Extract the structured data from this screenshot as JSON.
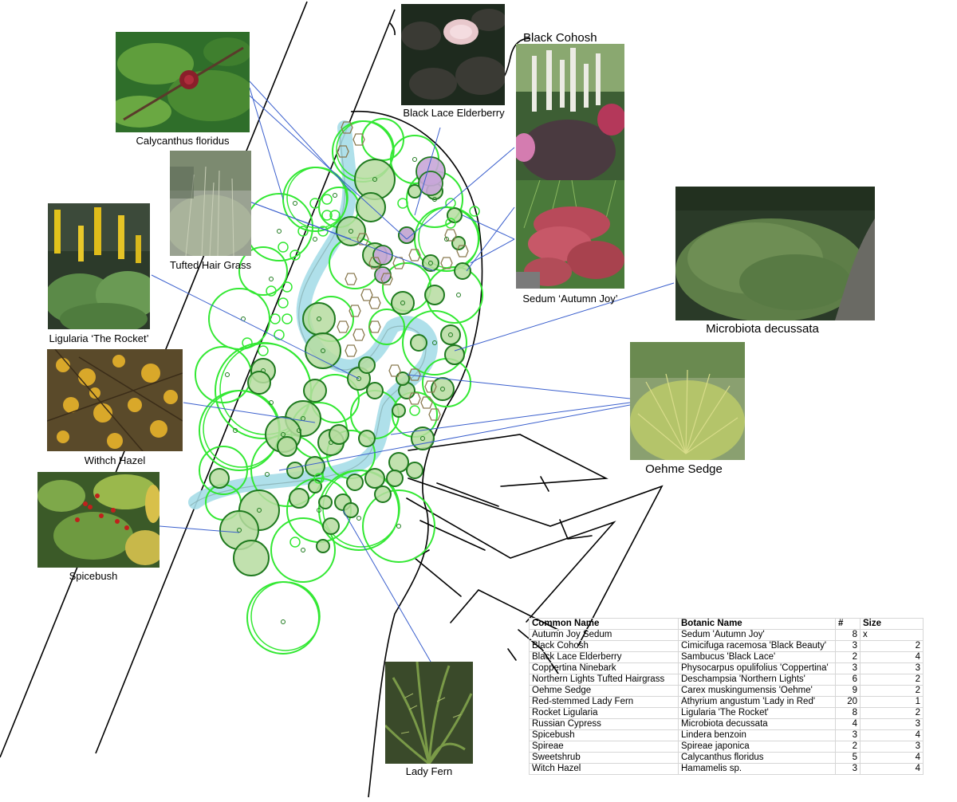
{
  "photos": [
    {
      "key": "calycanthus",
      "label": "Calycanthus floridus"
    },
    {
      "key": "tufted",
      "label": "Tufted Hair Grass"
    },
    {
      "key": "ligularia",
      "label": "Ligularia ‘The Rocket’"
    },
    {
      "key": "witchhazel",
      "label": "Withch Hazel"
    },
    {
      "key": "spicebush",
      "label": "Spicebush"
    },
    {
      "key": "elderberry",
      "label": "Black Lace Elderberry"
    },
    {
      "key": "cohosh",
      "label": "Black Cohosh"
    },
    {
      "key": "sedum",
      "label": "Sedum ‘Autumn Joy’"
    },
    {
      "key": "microbiota",
      "label": "Microbiota decussata"
    },
    {
      "key": "oehme",
      "label": "Oehme Sedge"
    },
    {
      "key": "ladyfern",
      "label": "Lady Fern"
    }
  ],
  "table": {
    "headers": [
      "Common Name",
      "Botanic Name",
      "#",
      "Size"
    ],
    "rows": [
      {
        "common": "Autumn Joy Sedum",
        "botanic": "Sedum 'Autumn Joy'",
        "count": "8",
        "size": "x"
      },
      {
        "common": "Black Cohosh",
        "botanic": "Cimicifuga racemosa 'Black Beauty'",
        "count": "3",
        "size": "2"
      },
      {
        "common": "Black Lace Elderberry",
        "botanic": "Sambucus 'Black Lace'",
        "count": "2",
        "size": "4"
      },
      {
        "common": "Coppertina Ninebark",
        "botanic": "Physocarpus opulifolius 'Coppertina'",
        "count": "3",
        "size": "3"
      },
      {
        "common": "Northern Lights Tufted Hairgrass",
        "botanic": "Deschampsia 'Northern Lights'",
        "count": "6",
        "size": "2"
      },
      {
        "common": "Oehme Sedge",
        "botanic": "Carex muskingumensis 'Oehme'",
        "count": "9",
        "size": "2"
      },
      {
        "common": "Red-stemmed Lady Fern",
        "botanic": "Athyrium angustum 'Lady in Red'",
        "count": "20",
        "size": "1"
      },
      {
        "common": "Rocket Ligularia",
        "botanic": "Ligularia 'The Rocket'",
        "count": "8",
        "size": "2"
      },
      {
        "common": "Russian Cypress",
        "botanic": "Microbiota decussata",
        "count": "4",
        "size": "3"
      },
      {
        "common": "Spicebush",
        "botanic": "Lindera benzoin",
        "count": "3",
        "size": "4"
      },
      {
        "common": "Spireae",
        "botanic": "Spireae japonica",
        "count": "2",
        "size": "3"
      },
      {
        "common": "Sweetshrub",
        "botanic": "Calycanthus floridus",
        "count": "5",
        "size": "4"
      },
      {
        "common": "Witch Hazel",
        "botanic": "Hamamelis sp.",
        "count": "3",
        "size": "4"
      }
    ]
  },
  "colors": {
    "outline_bright": "#33e833",
    "outline_dark": "#1f7a1f",
    "fill_light_green": "#b6dca0",
    "fill_purple": "#c8a6d8",
    "stream_water": "#a6dde8",
    "leader_line": "#3a5fcd",
    "fern_outline": "#8a7a50"
  }
}
